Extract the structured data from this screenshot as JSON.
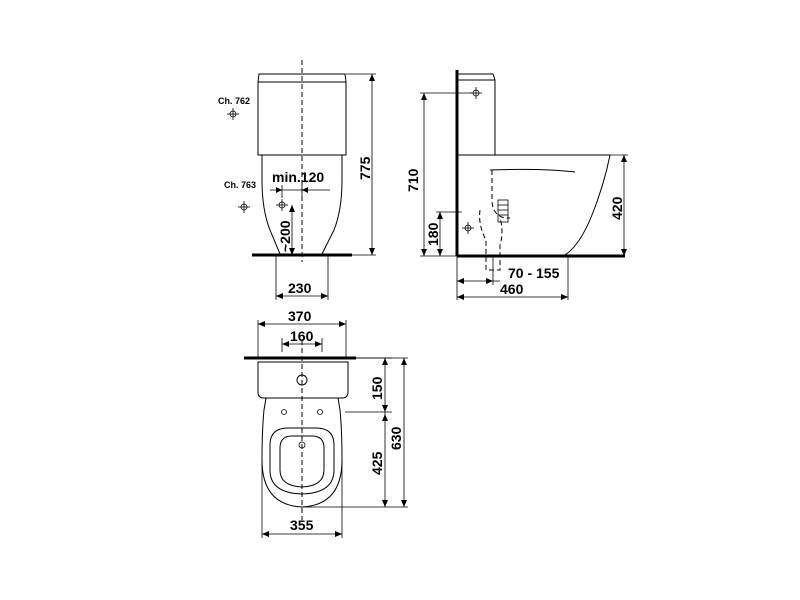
{
  "front_view": {
    "ref_762": "Ch. 762",
    "ref_763": "Ch. 763",
    "dim_min120": "min.120",
    "dim_775": "775",
    "dim_200": "~200",
    "dim_230": "230"
  },
  "side_view": {
    "dim_710": "710",
    "dim_180": "180",
    "dim_420": "420",
    "dim_70_155": "70 - 155",
    "dim_460": "460"
  },
  "top_view": {
    "dim_370": "370",
    "dim_160": "160",
    "dim_150": "150",
    "dim_630": "630",
    "dim_425": "425",
    "dim_355": "355"
  }
}
